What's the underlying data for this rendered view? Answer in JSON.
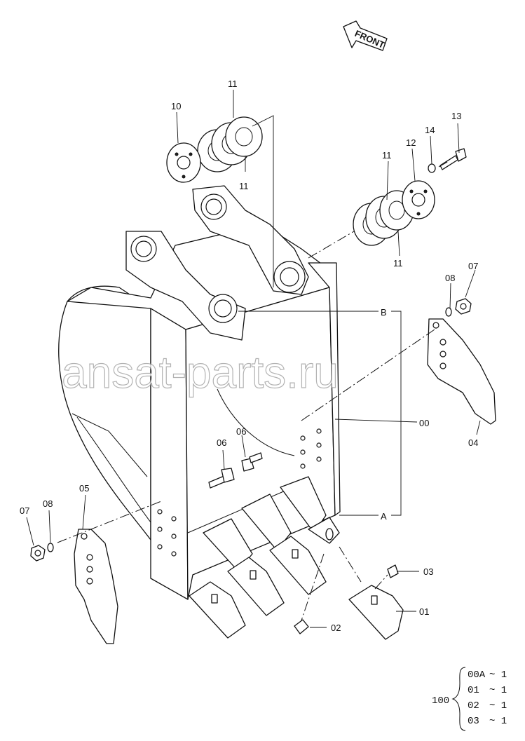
{
  "front_arrow_label": "FRONT",
  "watermark": "ansat-parts.ru",
  "callouts": {
    "c11a": "11",
    "c11b": "11",
    "c11c": "11",
    "c11d": "11",
    "c10": "10",
    "c12": "12",
    "c13": "13",
    "c14": "14",
    "cB": "B",
    "cA": "A",
    "c00": "00",
    "c07r": "07",
    "c08r": "08",
    "c04": "04",
    "c06a": "06",
    "c06b": "06",
    "c05": "05",
    "c07l": "07",
    "c08l": "08",
    "c03": "03",
    "c02": "02",
    "c01": "01"
  },
  "kit": {
    "number": "100",
    "items": [
      {
        "code": "00A",
        "qty": "~ 1"
      },
      {
        "code": "01",
        "qty": "~ 1"
      },
      {
        "code": "02",
        "qty": "~ 1"
      },
      {
        "code": "03",
        "qty": "~ 1"
      }
    ]
  }
}
